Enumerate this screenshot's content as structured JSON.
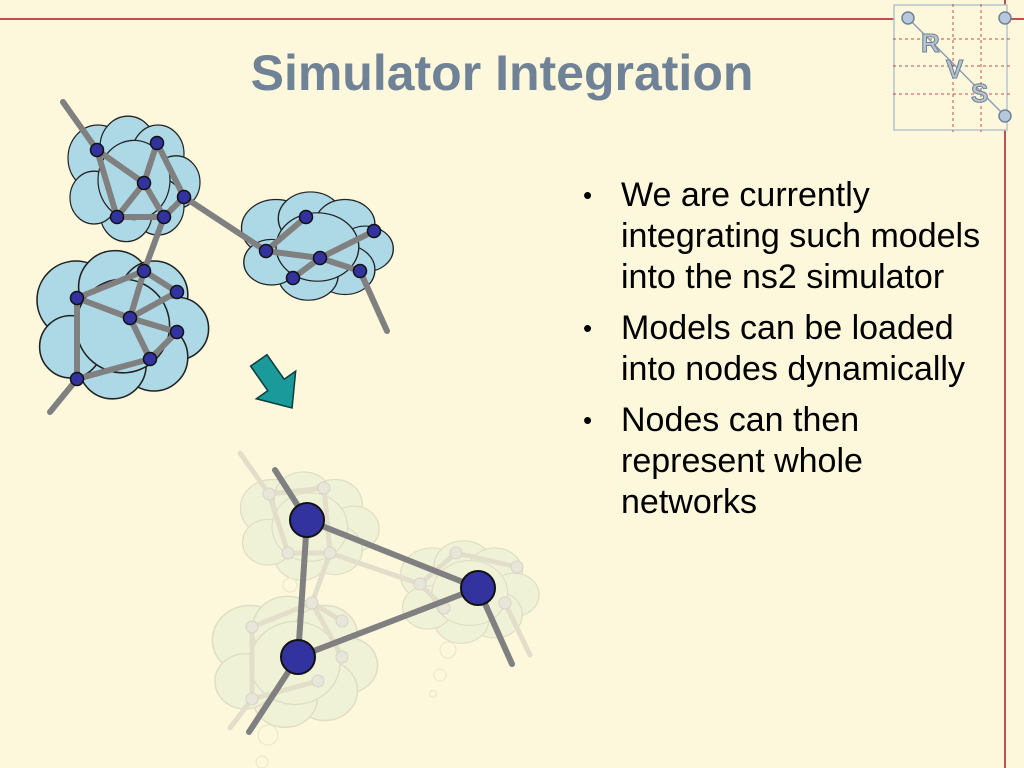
{
  "slide": {
    "title": "Simulator Integration",
    "bullets": [
      "We are currently integrating such models into the ns2 simulator",
      "Models can be loaded into nodes dynamically",
      "Nodes can then represent whole networks"
    ],
    "bullet_glyph": "•"
  },
  "logo": {
    "letters": [
      "R",
      "V",
      "S"
    ],
    "icon": "rvs-logo-icon"
  },
  "colors": {
    "background": "#fdf7dc",
    "title": "#6f8296",
    "accent_line": "#c0504d",
    "cloud_fill": "#add8e6",
    "node_fill": "#3333a0",
    "link": "#808080",
    "arrow": "#1a9a9a"
  }
}
